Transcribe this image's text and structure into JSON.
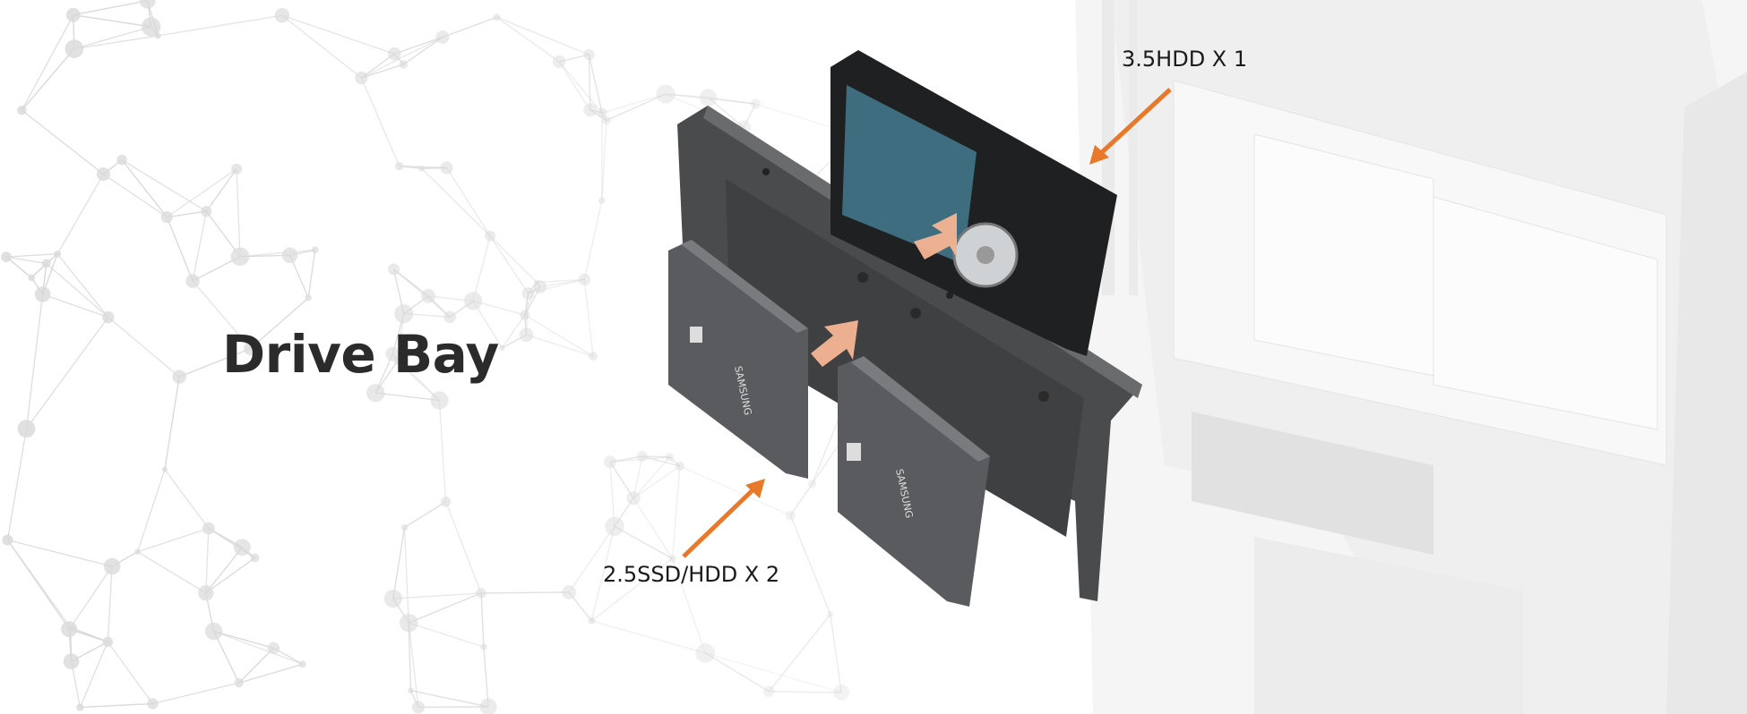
{
  "heading": "Drive Bay",
  "callouts": {
    "hdd": "3.5HDD X 1",
    "ssd": "2.5SSD/HDD X 2"
  },
  "ssd_brand": "SAMSUNG",
  "colors": {
    "accent": "#e8792a",
    "arrow_fill": "#f6b594",
    "bracket": "#4a4b4d",
    "pcb": "#3d6d7e",
    "heading": "#2b2b2b"
  }
}
